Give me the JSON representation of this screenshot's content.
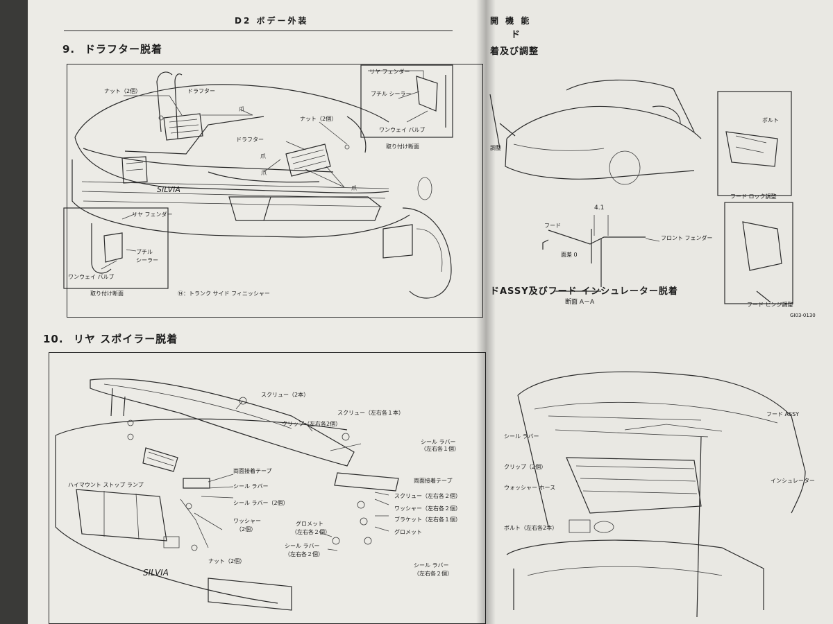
{
  "left_page": {
    "header": "D2 ボデー外装",
    "section9": {
      "number": "9.",
      "title": "ドラフター脱着",
      "labels": {
        "nut2": "ナット（2個）",
        "drafter": "ドラフター",
        "tsume": "爪",
        "nut2b": "ナット（2個）",
        "drafter2": "ドラフター",
        "tsume2": "爪",
        "tsume3": "爪",
        "tsume4": "爪",
        "rear_fender": "リヤ フェンダー",
        "butyl_sealer": "ブチル シーラー",
        "oneway_valve": "ワンウェイ バルブ",
        "mount_section": "取り付け断面",
        "rear_fender2": "リヤ フェンダー",
        "butyl": "ブチル",
        "sealer": "シーラー",
        "oneway_valve2": "ワンウェイ バルブ",
        "mount_section2": "取り付け断面",
        "trunk_side": "⑭：トランク サイド フィニッシャー",
        "silvia": "SILVIA"
      }
    },
    "section10": {
      "number": "10.",
      "title": "リヤ スポイラー脱着",
      "labels": {
        "screw2": "スクリュー（2本）",
        "screw_lr1": "スクリュー（左右各１本）",
        "clip": "クリップ（左右各2個）",
        "seal_rubber_a": "シール ラバー",
        "seal_rubber_a2": "（左右各１個）",
        "high_mount": "ハイマウント ストップ ランプ",
        "tape1": "両面接着テープ",
        "seal_rubber": "シール ラバー",
        "seal_rubber2": "シール ラバー（2個）",
        "washer": "ワッシャー",
        "washer2": "（2個）",
        "nut2": "ナット（2個）",
        "grommet": "グロメット",
        "grommet_lr": "（左右各２個）",
        "seal_rubber_b": "シール ラバー",
        "seal_rubber_b2": "（左右各２個）",
        "tape2": "両面接着テープ",
        "screw_lr2": "スクリュー（左右各２個）",
        "washer_lr": "ワッシャー（左右各２個）",
        "bracket": "ブラケット（左右各１個）",
        "grommet2": "グロメット",
        "seal_rubber_c": "シール ラバー",
        "seal_rubber_c2": "（左右各２個）",
        "silvia": "SILVIA"
      }
    }
  },
  "right_page": {
    "header_partial": "開 機 能",
    "sub1": "ド",
    "sub2": "着及び調整",
    "labels": {
      "hood": "フード",
      "front_fender": "フロント フェンダー",
      "dim": "4.1",
      "flush": "面差 0",
      "section_aa": "断面 A－A",
      "hood_lock": "フード ロック調整",
      "hinge_adj": "フード ヒンジ調整",
      "bolt": "ボルト",
      "figno": "GI03-0130",
      "adj_label": "調整"
    },
    "section_title": "ドASSY及びフード インシュレーター脱着",
    "labels2": {
      "hood_assy": "フード ASSY",
      "seal_rubber": "シール ラバー",
      "clip": "クリップ（2個）",
      "washer_hose": "ウォッシャー ホース",
      "insulator": "インシュレーター",
      "bolt_lr": "ボルト（左右各2本）"
    }
  }
}
